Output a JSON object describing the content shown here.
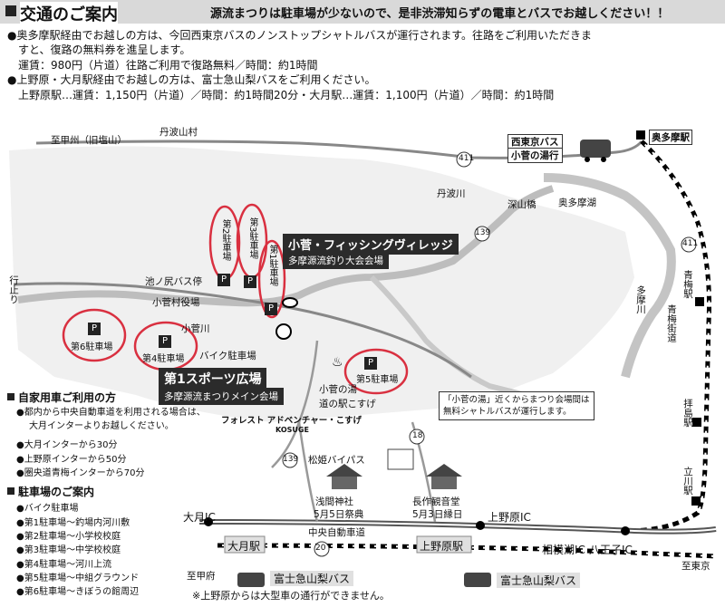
{
  "header": {
    "title": "交通のご案内",
    "tagline": "源流まつりは駐車場が少ないので、是非渋滞知らずの電車とバスでお越しください！！"
  },
  "intro": {
    "line1": "●奥多摩駅経由でお越しの方は、今回西東京バスのノンストップシャトルバスが運行されます。往路をご利用いただきま",
    "line2": "すと、復路の無料券を進呈します。",
    "line3": "運賃：980円（片道）往路ご利用で復路無料／時間：約1時間",
    "line4": "●上野原・大月駅経由でお越しの方は、富士急山梨バスをご利用ください。",
    "line5": "上野原駅…運賃：1,150円（片道）／時間：約1時間20分・大月駅…運賃：1,100円（片道）／時間：約1時間"
  },
  "map": {
    "labels": {
      "koshu": "至甲州（旧塩山）",
      "tabayama": "丹波山村",
      "nishitokyo_bus": "西東京バス",
      "kosuge_onsen": "小菅の湯行",
      "okutama_sta": "奥多摩駅",
      "r411_a": "411",
      "r411_b": "411",
      "r139_a": "139",
      "r139_b": "139",
      "r18": "18",
      "r20": "20",
      "tabagawa": "丹波川",
      "miyama_bridge": "深山橋",
      "okutama_lake": "奥多摩湖",
      "yukidomari": "行止り",
      "ikenoshiri": "池ノ尻バス停",
      "village_office": "小菅村役場",
      "kosugegawa": "小菅川",
      "bike_parking": "バイク駐車場",
      "fishing_village": "小菅・フィッシングヴィレッジ",
      "fishing_sub": "多摩源流釣り大会会場",
      "sports_main": "第1スポーツ広場",
      "sports_sub": "多摩源流まつりメイン会場",
      "kosuge_yu": "小菅の湯",
      "roadside_station": "道の駅こすげ",
      "forest": "フォレスト アドベンチャー・こすげ",
      "matsuhime_bypass": "松姫バイパス",
      "tamagawa": "多摩川",
      "ome_sta": "青梅駅",
      "ome_kaido": "青梅街道",
      "haijima_sta": "拝島駅",
      "tachikawa_sta": "立川駅",
      "sengen_shrine": "浅間神社",
      "sengen_date": "5月5日祭典",
      "chosaku_kannon": "長作観音堂",
      "chosaku_date": "5月3日縁日",
      "otsuki_ic": "大月IC",
      "uenohara_ic": "上野原IC",
      "chuo_expressway": "中央自動車道",
      "sagamiko_ic": "相模湖IC",
      "hachioji_ic": "八王子IC",
      "otsuki_sta": "大月駅",
      "uenohara_sta": "上野原駅",
      "shikofu": "至甲府",
      "shitokyo": "至東京",
      "fujikyu_bus_a": "富士急山梨バス",
      "fujikyu_bus_b": "富士急山梨バス",
      "shuttle_note1": "「小菅の湯」近くからまつり会場間は",
      "shuttle_note2": "無料シャトルバスが運行します。",
      "kosuge_logo": "KOSUGE"
    },
    "parking": {
      "p1": "第1駐車場",
      "p2": "第2駐車場",
      "p3": "第3駐車場",
      "p4": "第4駐車場",
      "p5": "第5駐車場",
      "p6": "第6駐車場",
      "symbol": "P"
    }
  },
  "car_info": {
    "title": "自家用車ご利用の方",
    "line1": "●都内から中央自動車道を利用される場合は、",
    "line2": "大月インターよりお越しください。",
    "line3": "●大月インターから30分",
    "line4": "●上野原インターから50分",
    "line5": "●圏央道青梅インターから70分"
  },
  "parking_info": {
    "title": "駐車場のご案内",
    "items": [
      "●バイク駐車場",
      "●第1駐車場～釣場内河川敷",
      "●第2駐車場～小学校校庭",
      "●第3駐車場～中学校校庭",
      "●第4駐車場～河川上流",
      "●第5駐車場～中組グラウンド",
      "●第6駐車場～きぼうの館周辺"
    ]
  },
  "footnote": "※上野原からは大型車の通行ができません。"
}
